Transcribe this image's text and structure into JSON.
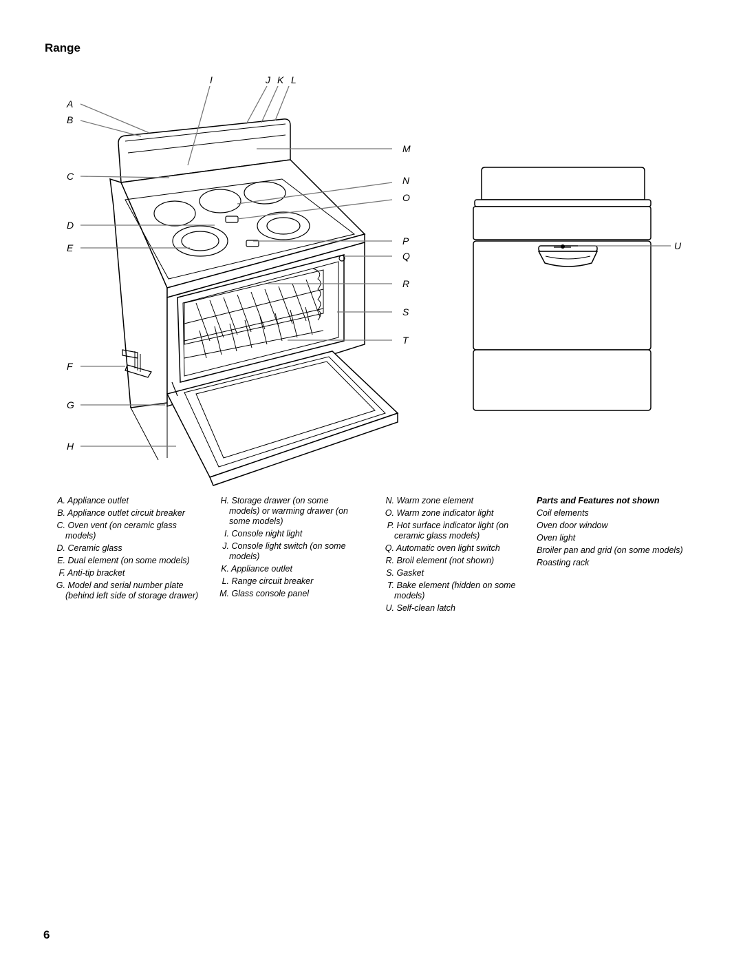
{
  "section_title": "Range",
  "callouts": {
    "A": "A",
    "B": "B",
    "C": "C",
    "D": "D",
    "E": "E",
    "F": "F",
    "G": "G",
    "H": "H",
    "I": "I",
    "J": "J",
    "K": "K",
    "L": "L",
    "M": "M",
    "N": "N",
    "O": "O",
    "P": "P",
    "Q": "Q",
    "R": "R",
    "S": "S",
    "T": "T",
    "U": "U"
  },
  "legend": {
    "col1": [
      {
        "letter": "A.",
        "text": "Appliance outlet"
      },
      {
        "letter": "B.",
        "text": "Appliance outlet circuit breaker"
      },
      {
        "letter": "C.",
        "text": "Oven vent (on ceramic glass models)"
      },
      {
        "letter": "D.",
        "text": "Ceramic glass"
      },
      {
        "letter": "E.",
        "text": "Dual element (on some models)"
      },
      {
        "letter": "F.",
        "text": "Anti-tip bracket"
      },
      {
        "letter": "G.",
        "text": "Model and serial number plate (behind left side of storage drawer)"
      }
    ],
    "col2": [
      {
        "letter": "H.",
        "text": "Storage drawer (on some models) or warming drawer (on some models)"
      },
      {
        "letter": "I.",
        "text": "Console night light"
      },
      {
        "letter": "J.",
        "text": "Console light switch (on some models)"
      },
      {
        "letter": "K.",
        "text": "Appliance outlet"
      },
      {
        "letter": "L.",
        "text": "Range circuit breaker"
      },
      {
        "letter": "M.",
        "text": "Glass console panel"
      }
    ],
    "col3": [
      {
        "letter": "N.",
        "text": "Warm zone element"
      },
      {
        "letter": "O.",
        "text": "Warm zone indicator light"
      },
      {
        "letter": "P.",
        "text": "Hot surface indicator light (on ceramic glass models)"
      },
      {
        "letter": "Q.",
        "text": "Automatic oven light switch"
      },
      {
        "letter": "R.",
        "text": "Broil element (not shown)"
      },
      {
        "letter": "S.",
        "text": "Gasket"
      },
      {
        "letter": "T.",
        "text": "Bake element (hidden on some models)"
      },
      {
        "letter": "U.",
        "text": "Self-clean latch"
      }
    ],
    "col4_heading": "Parts and Features not shown",
    "col4": [
      "Coil elements",
      "Oven door window",
      "Oven light",
      "Broiler pan and grid (on some models)",
      "Roasting rack"
    ]
  },
  "page_number": "6"
}
